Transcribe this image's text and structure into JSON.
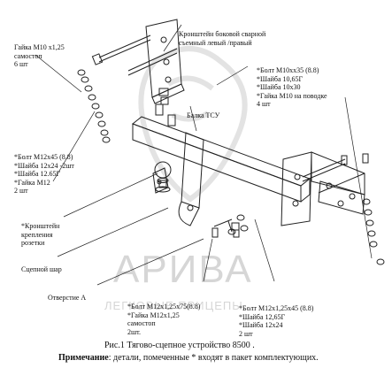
{
  "watermark": {
    "brand": "АРИВА",
    "tagline": "ЛЕГКОВЫЕ ПРИЦЕПЫ"
  },
  "labels": {
    "nut_m10": [
      "Гайка  М10 х1,25",
      "самостоп",
      "6 шт"
    ],
    "bracket_side": [
      "Кронштейн боковой  сварной",
      "съемный левый /правый"
    ],
    "bolt_m10_leash": [
      "*Болт М10хх35 (8.8)",
      "*Шайба 10,65Г",
      "*Шайба 10х30",
      "*Гайка М10 на поводке",
      "4 шт"
    ],
    "beam": [
      "Балка ТСУ"
    ],
    "bolt_m12x45": [
      "*Болт М12х45 (8.8)",
      "*Шайба 12х24 -2шт",
      "*Шайба 12.65Г",
      "*Гайка М12",
      "2 шт"
    ],
    "socket_bracket": [
      "*Кронштейн",
      "крепления",
      "розетки"
    ],
    "ball": [
      "Сцепной шар"
    ],
    "hole_a": [
      "Отверстие А"
    ],
    "bolt_m12x75": [
      "*Болт М12х1,25х75(8.8)",
      "*Гайка М12х1,25",
      "самостоп",
      "2шт."
    ],
    "bolt_m12x1_45": [
      "*Болт М12х1,25х45 (8.8)",
      "*Шайба 12,65Г",
      "*Шайба 12х24",
      "2 шт"
    ]
  },
  "caption": {
    "title": "Рис.1 Тягово-сцепное устройство 8500 .",
    "note_label": "Примечание",
    "note_text": ": детали, помеченные * входят в пакет комплектующих."
  }
}
